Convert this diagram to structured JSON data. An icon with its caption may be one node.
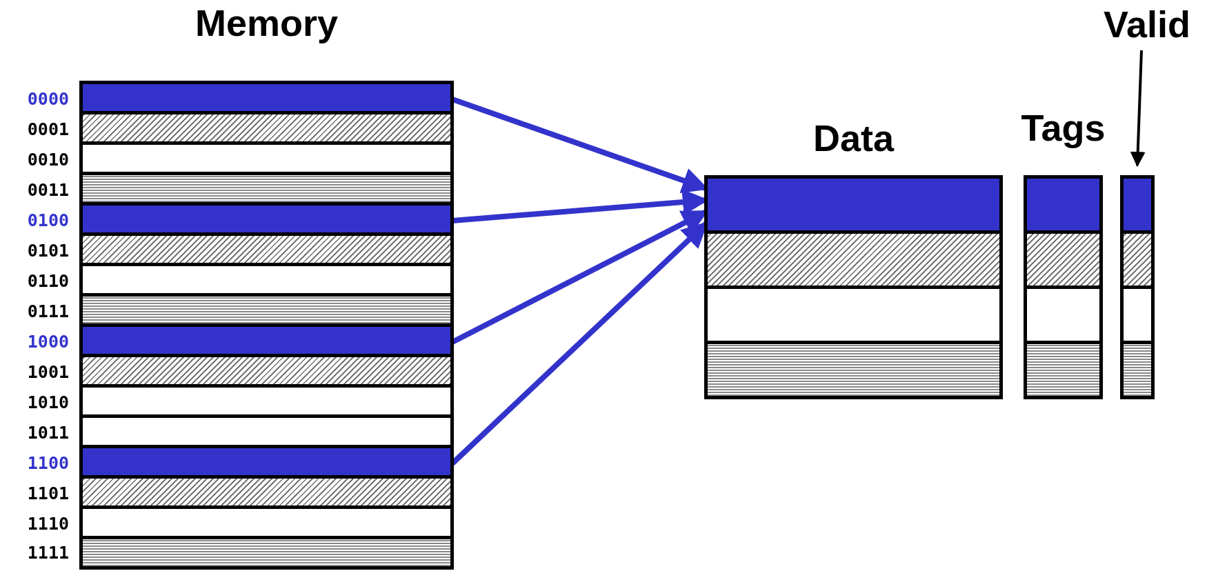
{
  "diagram": {
    "nodes": [
      {
        "text": [
          "Memory"
        ]
      },
      {
        "text": [],
        "shape": "bar",
        "in": 0,
        "beside": [
          "0000"
        ]
      },
      {
        "text": [],
        "shape": "bar",
        "in": 0,
        "beside": [
          "0001"
        ]
      },
      {
        "text": [],
        "shape": "bar",
        "in": 0,
        "beside": [
          "0010"
        ]
      },
      {
        "text": [],
        "shape": "bar",
        "in": 0,
        "beside": [
          "0011"
        ]
      },
      {
        "text": [],
        "shape": "bar",
        "in": 0,
        "beside": [
          "0100"
        ]
      },
      {
        "text": [],
        "shape": "bar",
        "in": 0,
        "beside": [
          "0101"
        ]
      },
      {
        "text": [],
        "shape": "bar",
        "in": 0,
        "beside": [
          "0110"
        ]
      },
      {
        "text": [],
        "shape": "bar",
        "in": 0,
        "beside": [
          "0111"
        ]
      },
      {
        "text": [],
        "shape": "bar",
        "in": 0,
        "beside": [
          "1000"
        ]
      },
      {
        "text": [],
        "shape": "bar",
        "in": 0,
        "beside": [
          "1001"
        ]
      },
      {
        "text": [],
        "shape": "bar",
        "in": 0,
        "beside": [
          "1010"
        ]
      },
      {
        "text": [],
        "shape": "bar",
        "in": 0,
        "beside": [
          "1011"
        ]
      },
      {
        "text": [],
        "shape": "bar",
        "in": 0,
        "beside": [
          "1100"
        ]
      },
      {
        "text": [],
        "shape": "bar",
        "in": 0,
        "beside": [
          "1101"
        ]
      },
      {
        "text": [],
        "shape": "bar",
        "in": 0,
        "beside": [
          "1110"
        ]
      },
      {
        "text": [],
        "shape": "bar",
        "in": 0,
        "beside": [
          "1111"
        ]
      },
      {
        "text": [
          "Data"
        ]
      },
      {
        "text": [],
        "shape": "bar",
        "in": 17
      },
      {
        "text": [],
        "shape": "bar",
        "in": 17
      },
      {
        "text": [],
        "shape": "bar",
        "in": 17
      },
      {
        "text": [],
        "shape": "bar",
        "in": 17
      },
      {
        "text": [
          "Tags"
        ]
      },
      {
        "text": [],
        "shape": "bar",
        "in": 22
      },
      {
        "text": [],
        "shape": "bar",
        "in": 22
      },
      {
        "text": [],
        "shape": "bar",
        "in": 22
      },
      {
        "text": [],
        "shape": "bar",
        "in": 22
      },
      {
        "text": [
          "Valid"
        ]
      },
      {
        "text": [],
        "shape": "box"
      },
      {
        "text": [],
        "shape": "bar",
        "in": 28
      },
      {
        "text": [],
        "shape": "bar",
        "in": 28
      },
      {
        "text": [],
        "shape": "bar",
        "in": 28
      },
      {
        "text": [],
        "shape": "bar",
        "in": 28
      }
    ],
    "edges": [
      {
        "from": 1,
        "to": 18,
        "arrow": "to"
      },
      {
        "from": 5,
        "to": 18,
        "arrow": "to"
      },
      {
        "from": 9,
        "to": 18,
        "arrow": "to"
      },
      {
        "from": 13,
        "to": 18,
        "arrow": "to"
      },
      {
        "from": 27,
        "to": 28,
        "arrow": "to",
        "color": "#000000"
      }
    ]
  }
}
